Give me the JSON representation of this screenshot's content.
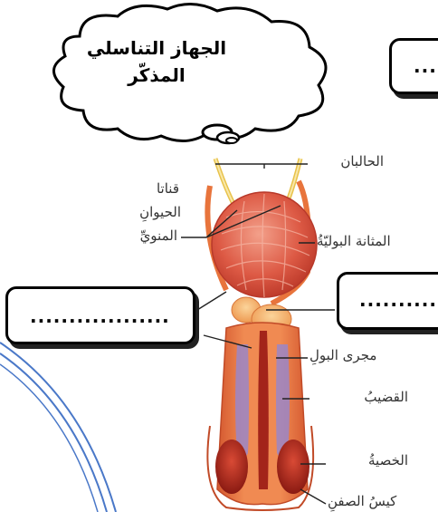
{
  "title": {
    "line1": "الجهاز التناسلي",
    "line2": "المذكّر"
  },
  "labels": {
    "ureters": "الحالبان",
    "vas_line1": "قناتا",
    "vas_line2": "الحيوانِ",
    "vas_line3": "المنويِّ",
    "bladder": "المثانة البوليّةُ",
    "urethra": "مجرى البولِ",
    "penis": "القضيبُ",
    "testis": "الخصيةُ",
    "scrotum": "كيسُ الصفنِ"
  },
  "blanks": {
    "top_right": "....",
    "left": "..................",
    "right": ".........."
  },
  "colors": {
    "tissue": "#e8743c",
    "muscle": "#d9503a",
    "dark_red": "#a3241a",
    "purple": "#9a86c8",
    "yellow": "#f1d77a",
    "blue_arc": "#4a78c8"
  }
}
